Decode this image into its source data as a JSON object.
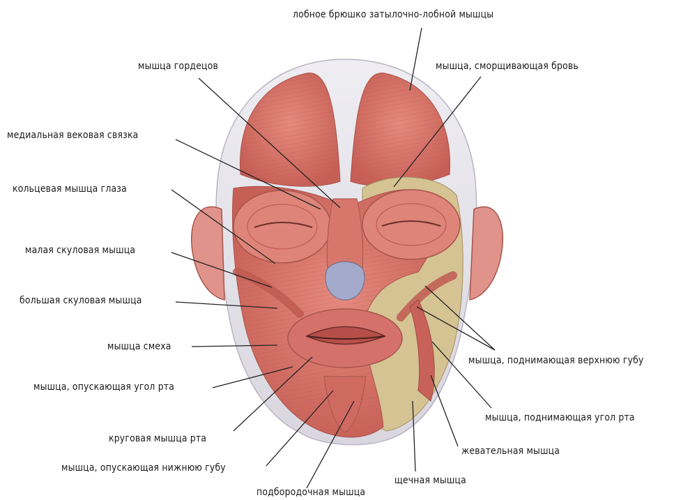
{
  "labels": {
    "frontal_belly": "лобное брюшко затылочно-лобной мышцы",
    "procerus": "мышца гордецов",
    "corrugator": "мышца, сморщивающая бровь",
    "medial_palpebral_ligament": "медиальная вековая связка",
    "orbicularis_oculi": "кольцевая мышца глаза",
    "zygomaticus_minor": "малая скуловая мышца",
    "zygomaticus_major": "большая скуловая мышца",
    "risorius": "мышца смеха",
    "levator_labii_superioris": "мышца, поднимающая верхнюю губу",
    "depressor_anguli_oris": "мышца, опускающая угол рта",
    "levator_anguli_oris": "мышца, поднимающая угол рта",
    "orbicularis_oris": "круговая мышца рта",
    "masseter": "жевательная мышца",
    "depressor_labii_inferioris": "мышца, опускающая нижнюю губу",
    "buccinator": "щечная мышца",
    "mentalis": "подбородочная мышца"
  },
  "colors": {
    "muscle": "#d9786e",
    "muscle_dark": "#b9554d",
    "tendon": "#e9e6ee",
    "fat": "#d8c89a",
    "cartilage": "#9fa6c8",
    "leader_line": "#222222"
  }
}
